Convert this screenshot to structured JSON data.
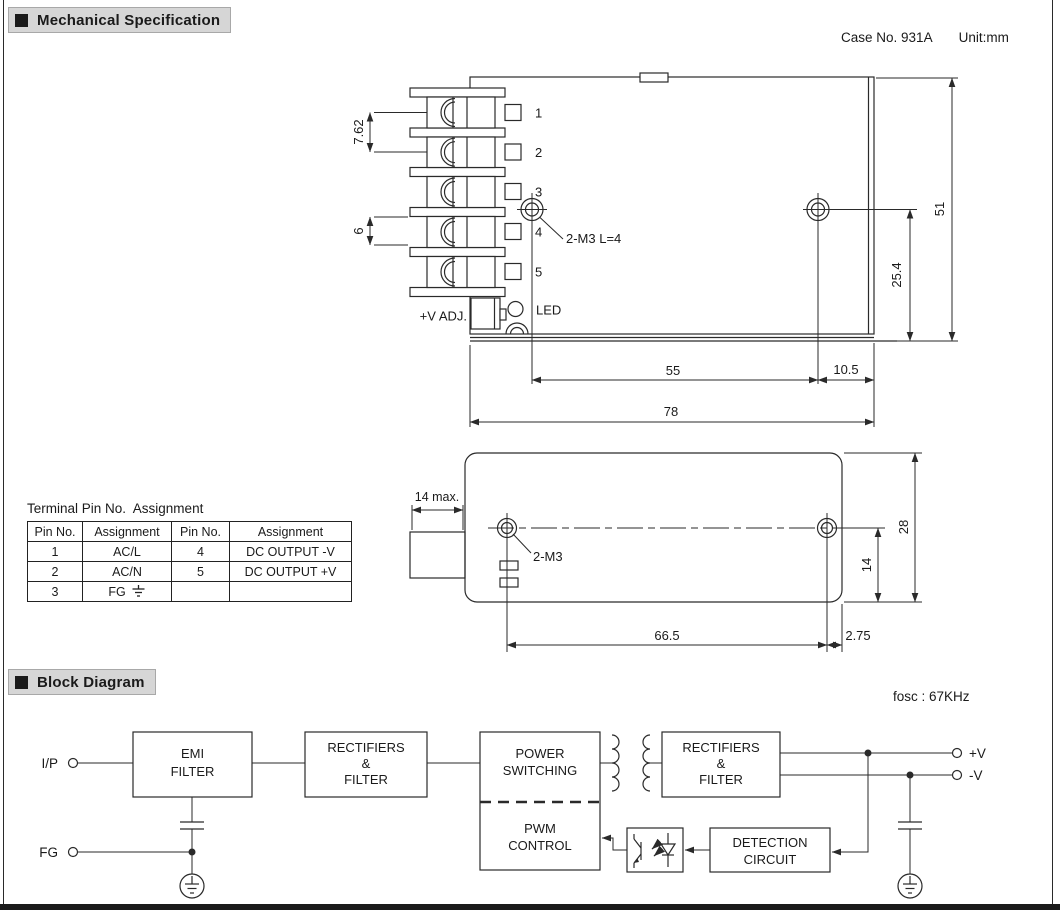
{
  "page": {
    "section_mechanical": "Mechanical Specification",
    "case_no": "Case No. 931A",
    "unit": "Unit:mm",
    "section_block": "Block Diagram",
    "fosc": "fosc : 67KHz"
  },
  "front_view": {
    "pins": [
      "1",
      "2",
      "3",
      "4",
      "5"
    ],
    "dim_pitch1": "7.62",
    "dim_pitch2": "6",
    "screw_note": "2-M3 L=4",
    "adj_label": "+V ADJ.",
    "led_label": "LED",
    "dim_55": "55",
    "dim_105": "10.5",
    "dim_78": "78",
    "dim_51": "51",
    "dim_254": "25.4"
  },
  "side_view": {
    "dim_depth": "14 max.",
    "screw_note": "2-M3",
    "dim_665": "66.5",
    "dim_275": "2.75",
    "dim_28": "28",
    "dim_14": "14"
  },
  "pin_table": {
    "title": "Terminal Pin No.  Assignment",
    "headers": [
      "Pin No.",
      "Assignment",
      "Pin No.",
      "Assignment"
    ],
    "rows": [
      {
        "cells": [
          "1",
          "AC/L",
          "4",
          "DC OUTPUT -V"
        ]
      },
      {
        "cells": [
          "2",
          "AC/N",
          "5",
          "DC OUTPUT +V"
        ]
      },
      {
        "cells": [
          "3",
          "FG",
          "",
          ""
        ]
      }
    ]
  },
  "block_diagram": {
    "ip_label": "I/P",
    "fg_label": "FG",
    "emi": [
      "EMI",
      "FILTER"
    ],
    "rect_in": [
      "RECTIFIERS",
      "&",
      "FILTER"
    ],
    "power_switching": [
      "POWER",
      "SWITCHING"
    ],
    "pwm_control": [
      "PWM",
      "CONTROL"
    ],
    "rect_out": [
      "RECTIFIERS",
      "&",
      "FILTER"
    ],
    "detection": [
      "DETECTION",
      "CIRCUIT"
    ],
    "out_pos": "+V",
    "out_neg": "-V"
  },
  "colors": {
    "line": "#2a2a2a",
    "header_bg": "#d6d6d6",
    "footer_bar": "#1a1a1a"
  }
}
